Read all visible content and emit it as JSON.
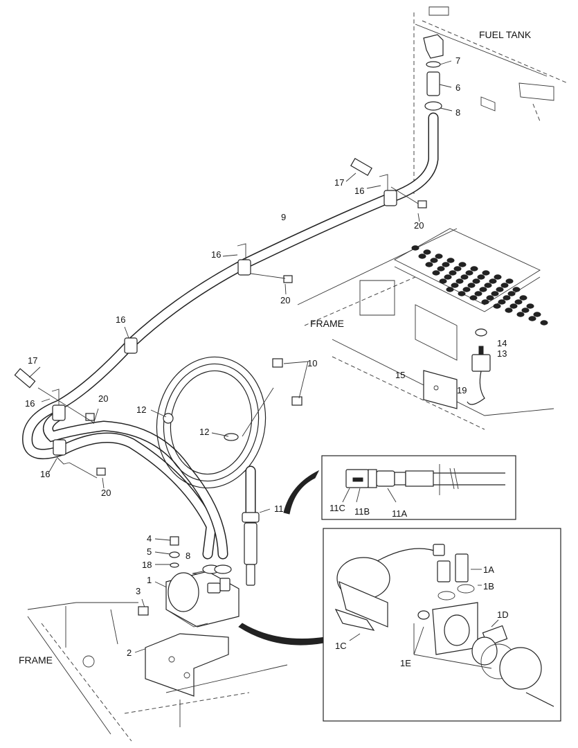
{
  "labels": {
    "fuel_tank": "FUEL TANK",
    "frame_top": "FRAME",
    "frame_bottom": "FRAME"
  },
  "callouts": {
    "c7": "7",
    "c6": "6",
    "c8_top": "8",
    "c17_top": "17",
    "c16_top": "16",
    "c20_top": "20",
    "c9": "9",
    "c16_mid": "16",
    "c20_mid": "20",
    "c16_left": "16",
    "c17_left": "17",
    "c16_left2": "16",
    "c20_left": "20",
    "c16_low": "16",
    "c20_low": "20",
    "c12_a": "12",
    "c12_b": "12",
    "c10": "10",
    "c11": "11",
    "c14": "14",
    "c13": "13",
    "c15": "15",
    "c19": "19",
    "c4": "4",
    "c5": "5",
    "c18": "18",
    "c8_low": "8",
    "c1": "1",
    "c3": "3",
    "c2": "2",
    "c11c": "11C",
    "c11b": "11B",
    "c11a": "11A",
    "c1a": "1A",
    "c1b": "1B",
    "c1c": "1C",
    "c1d": "1D",
    "c1e": "1E"
  }
}
